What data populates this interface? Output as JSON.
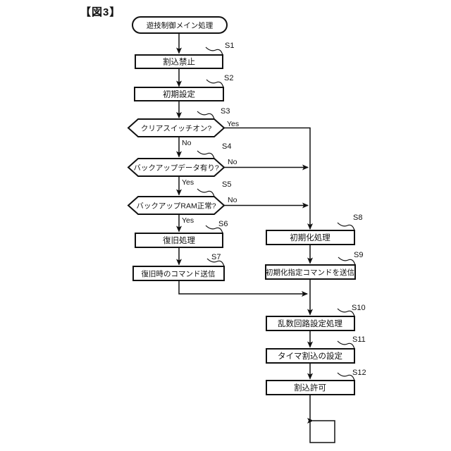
{
  "figure": {
    "title": "【図3】"
  },
  "flowchart": {
    "start": {
      "label": "遊技制御メイン処理"
    },
    "steps": [
      {
        "id": "S1",
        "type": "process",
        "label": "割込禁止"
      },
      {
        "id": "S2",
        "type": "process",
        "label": "初期設定"
      },
      {
        "id": "S3",
        "type": "decision",
        "label": "クリアスイッチオン?"
      },
      {
        "id": "S4",
        "type": "decision",
        "label": "バックアップデータ有り?"
      },
      {
        "id": "S5",
        "type": "decision",
        "label": "バックアップRAM正常?"
      },
      {
        "id": "S6",
        "type": "process",
        "label": "復旧処理"
      },
      {
        "id": "S7",
        "type": "process",
        "label": "復旧時のコマンド送信"
      },
      {
        "id": "S8",
        "type": "process",
        "label": "初期化処理"
      },
      {
        "id": "S9",
        "type": "process",
        "label": "初期化指定コマンドを送信"
      },
      {
        "id": "S10",
        "type": "process",
        "label": "乱数回路設定処理"
      },
      {
        "id": "S11",
        "type": "process",
        "label": "タイマ割込の設定"
      },
      {
        "id": "S12",
        "type": "process",
        "label": "割込許可"
      }
    ],
    "edge_labels": {
      "s3_yes": "Yes",
      "s3_no": "No",
      "s4_yes": "Yes",
      "s4_no": "No",
      "s5_yes": "Yes",
      "s5_no": "No"
    },
    "colors": {
      "line": "#111111",
      "shape_fill": "#ffffff",
      "background": "#ffffff"
    }
  }
}
